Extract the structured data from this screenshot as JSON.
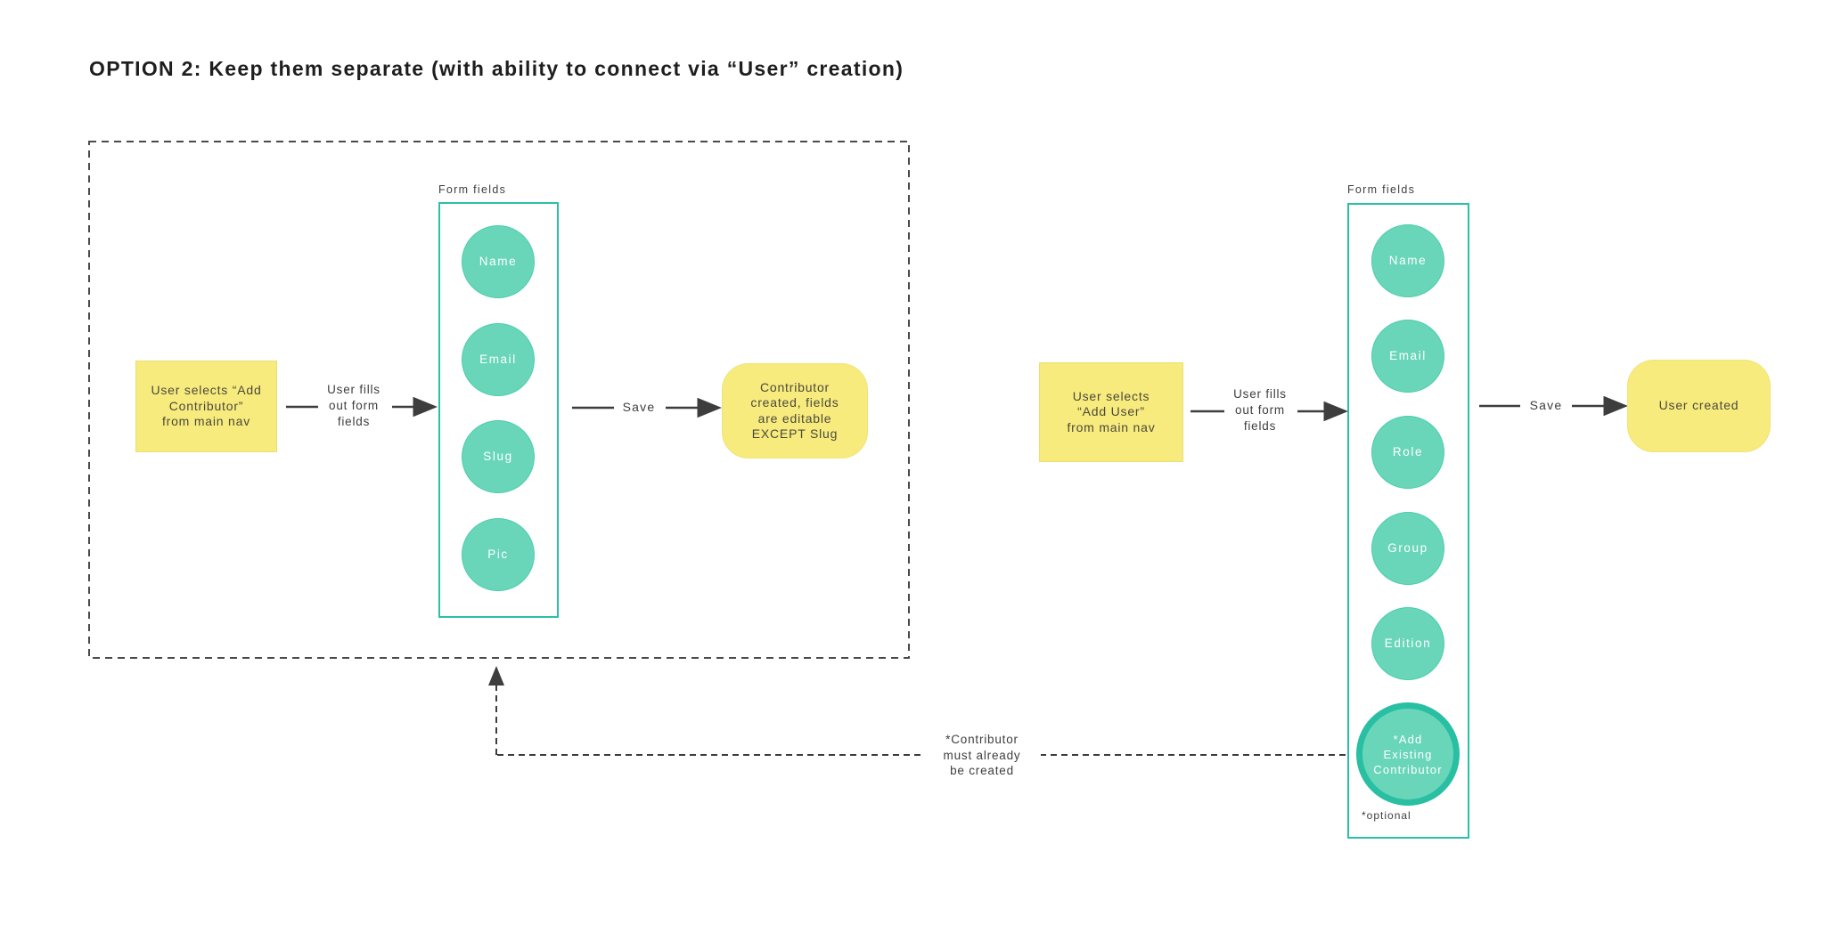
{
  "page": {
    "title": "OPTION 2: Keep them separate (with ability to connect via “User” creation)"
  },
  "colors": {
    "circle_fill": "#69d6ba",
    "circle_stroke": "#4ccdad",
    "form_box_border": "#2cbfa7",
    "optional_ring": "#29bfa2",
    "note_yellow": "#f7eb7d",
    "arrow": "#3d3d3d",
    "dashed_container": "#4a4a4a",
    "text_dark": "#3e3e3e"
  },
  "left": {
    "form_label": "Form fields",
    "start_lines": [
      "User selects “Add",
      "Contributor”",
      "from main nav"
    ],
    "flow_lines": [
      "User fills",
      "out form",
      "fields"
    ],
    "fields": [
      "Name",
      "Email",
      "Slug",
      "Pic"
    ],
    "save_label": "Save",
    "result_lines": [
      "Contributor",
      "created, fields",
      "are editable",
      "EXCEPT Slug"
    ]
  },
  "right": {
    "form_label": "Form fields",
    "start_lines": [
      "User selects",
      "“Add User”",
      "from main nav"
    ],
    "flow_lines": [
      "User fills",
      "out form",
      "fields"
    ],
    "fields": [
      "Name",
      "Email",
      "Role",
      "Group",
      "Edition"
    ],
    "optional_field_lines": [
      "*Add",
      "Existing",
      "Contributor"
    ],
    "optional_note": "*optional",
    "save_label": "Save",
    "result_label": "User created"
  },
  "connector_note_lines": [
    "*Contributor",
    "must already",
    "be created"
  ]
}
